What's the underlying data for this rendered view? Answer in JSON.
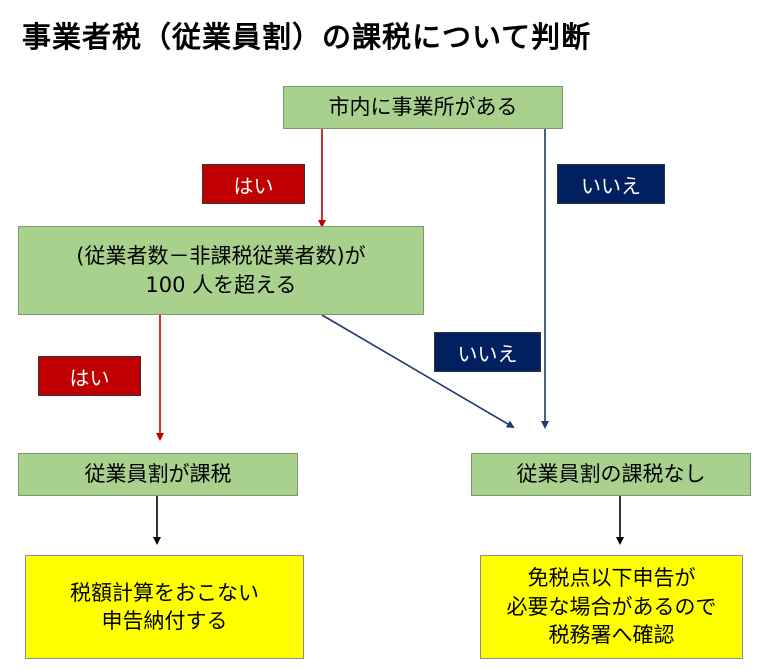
{
  "title": "事業者税（従業員割）の課税について判断",
  "nodes": {
    "q1": "市内に事業所がある",
    "q2_line1": "(従業者数－非課税従業者数)が",
    "q2_line2": "100 人を超える",
    "taxed": "従業員割が課税",
    "not_taxed": "従業員割の課税なし",
    "action_taxed_line1": "税額計算をおこない",
    "action_taxed_line2": "申告納付する",
    "action_exempt_line1": "免税点以下申告が",
    "action_exempt_line2": "必要な場合があるので",
    "action_exempt_line3": "税務署へ確認"
  },
  "labels": {
    "yes_1": "はい",
    "no_1": "いいえ",
    "yes_2": "はい",
    "no_2": "いいえ"
  },
  "colors": {
    "decision_fill": "#a9d18e",
    "result_fill": "#ffff00",
    "yes_fill": "#c00000",
    "no_fill": "#002060",
    "yes_arrow": "#c00000",
    "no_arrow": "#1f3a6e",
    "plain_arrow": "#000000"
  }
}
